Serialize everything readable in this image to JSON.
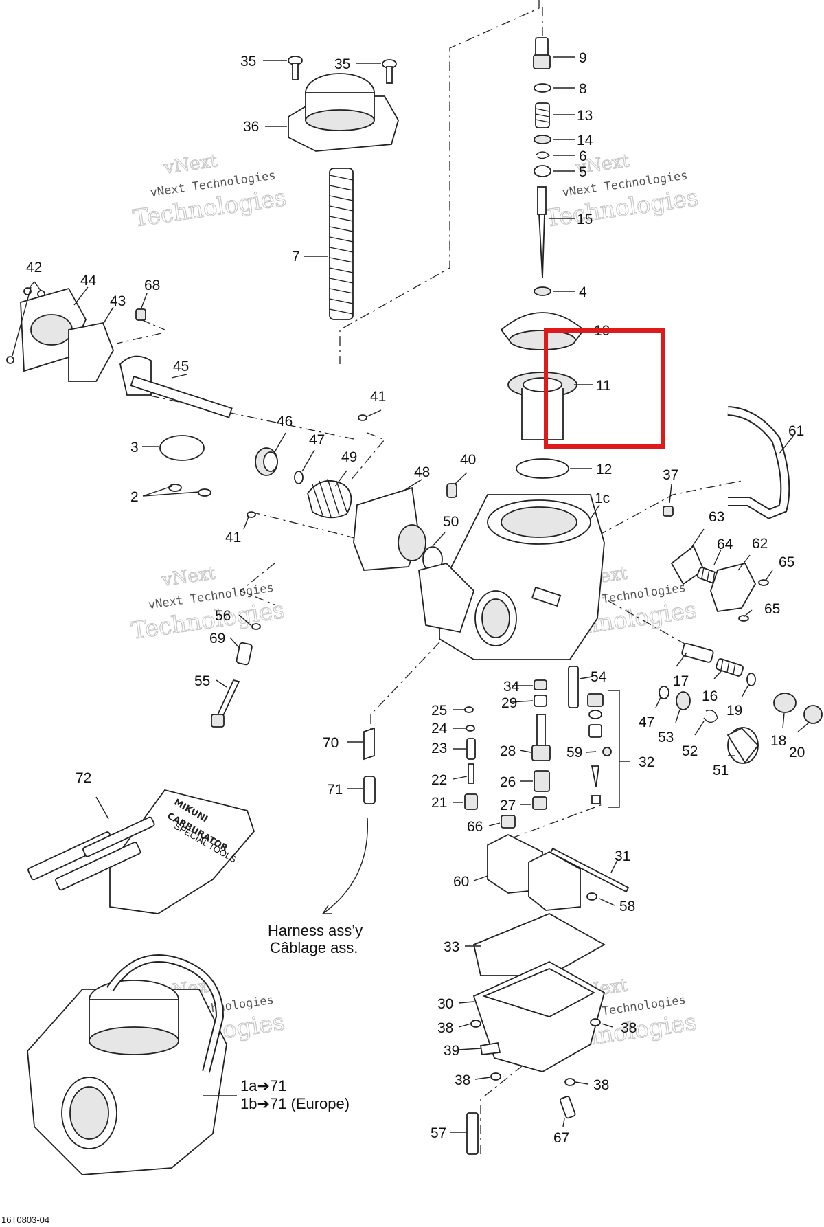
{
  "diagram_code": "16T0803-04",
  "harness_caption": [
    "Harness ass’y",
    "Câblage ass."
  ],
  "assembly_caption": [
    "1a➔71",
    "1b➔71 (Europe)"
  ],
  "watermark": {
    "line1": "vNext",
    "line2": "vNext Technologies",
    "line3": "Technologies"
  },
  "tool_kit_text": [
    "MIKUNI",
    "CARBURATOR",
    "SPECIAL TOOLS"
  ],
  "highlight_color": "#e01a1a",
  "labels": [
    "35",
    "35",
    "36",
    "7",
    "9",
    "8",
    "13",
    "14",
    "6",
    "5",
    "15",
    "4",
    "10",
    "11",
    "12",
    "42",
    "44",
    "43",
    "68",
    "45",
    "3",
    "2",
    "46",
    "47",
    "49",
    "41",
    "48",
    "40",
    "1c",
    "37",
    "61",
    "63",
    "64",
    "62",
    "65",
    "65",
    "41",
    "50",
    "56",
    "69",
    "55",
    "17",
    "16",
    "19",
    "47",
    "53",
    "52",
    "51",
    "18",
    "20",
    "34",
    "29",
    "25",
    "24",
    "23",
    "22",
    "21",
    "28",
    "26",
    "27",
    "66",
    "54",
    "59",
    "32",
    "70",
    "71",
    "72",
    "31",
    "60",
    "58",
    "33",
    "30",
    "38",
    "39",
    "38",
    "38",
    "38",
    "57",
    "67"
  ]
}
